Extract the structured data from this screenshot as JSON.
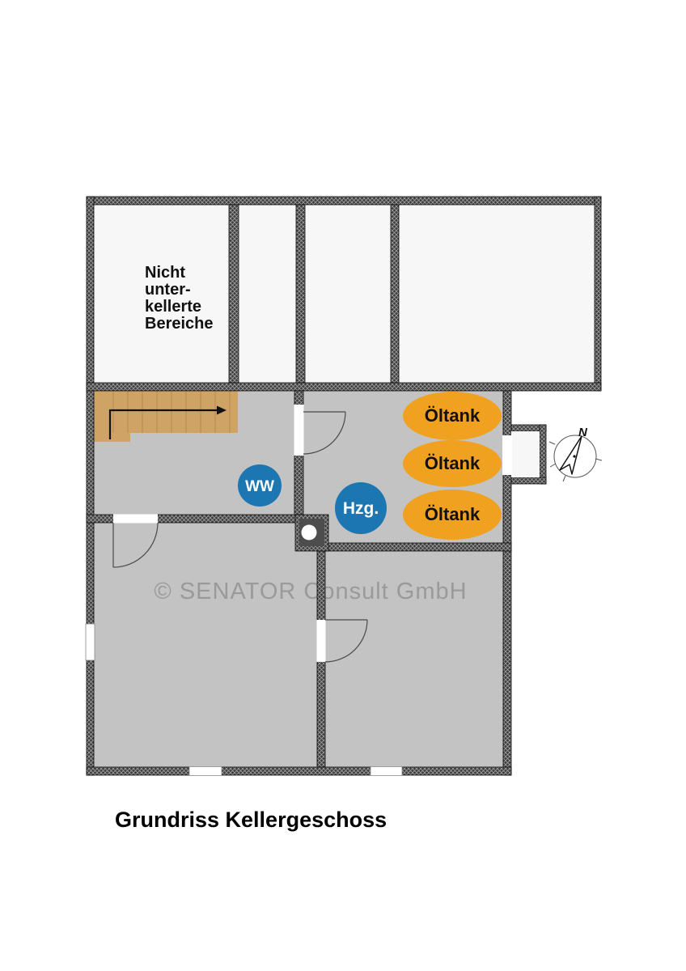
{
  "meta": {
    "title_label": "Grundriss Kellergeschoss",
    "watermark": "© SENATOR Consult GmbH"
  },
  "plan": {
    "no_basement_note": {
      "lines": [
        "Nicht",
        "unter-",
        "kellerte",
        "Bereiche"
      ]
    },
    "equipment": {
      "hot_water": {
        "label": "WW"
      },
      "heating": {
        "label": "Hzg."
      },
      "oil_tanks": [
        {
          "label": "Öltank"
        },
        {
          "label": "Öltank"
        },
        {
          "label": "Öltank"
        }
      ]
    },
    "compass": {
      "north": "N"
    }
  },
  "colors": {
    "equipment_blue": "#1b76b2",
    "tank_orange": "#f0a11f",
    "stair_wood": "#cfa265",
    "stair_wood_shade": "#c2965a",
    "room_gray": "#c3c3c3",
    "room_white": "#f7f7f7",
    "wall_dark": "#3d3d3d",
    "watermark_gray": "#9a9a9a",
    "title_black": "#000000"
  }
}
